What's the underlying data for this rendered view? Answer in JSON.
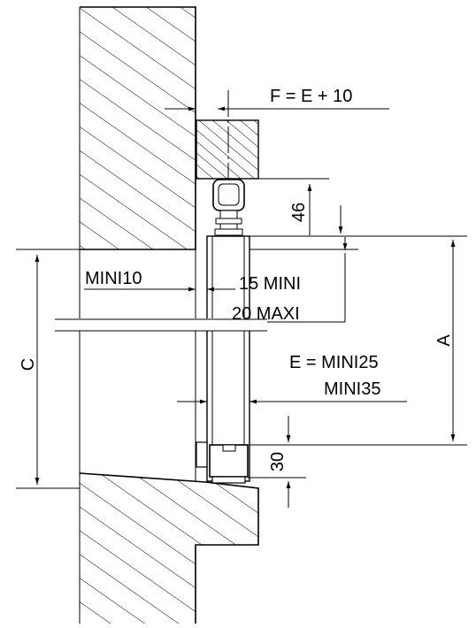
{
  "labels": {
    "f_formula": "F = E + 10",
    "dim_46": "46",
    "mini10": "MINI10",
    "mini15": "15 MINI",
    "maxi20": "20 MAXI",
    "dim_a": "A",
    "dim_c": "C",
    "e_mini25": "E = MINI25",
    "e_mini35": "MINI35",
    "dim_30": "30"
  },
  "colors": {
    "line": "#000000",
    "background": "#ffffff"
  }
}
